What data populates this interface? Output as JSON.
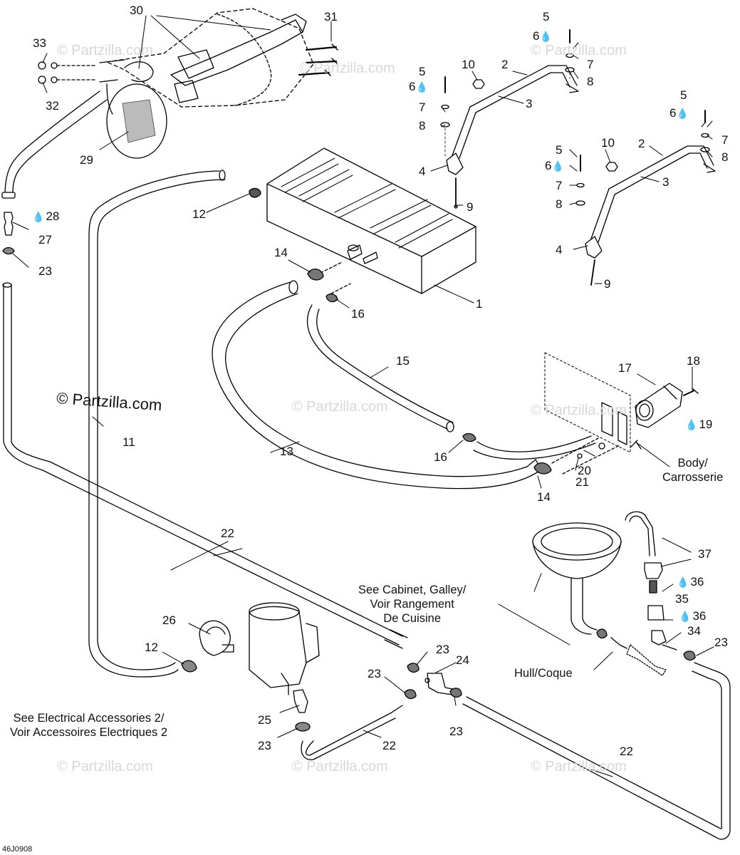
{
  "diagram": {
    "code": "46J0908",
    "watermark_main": "© Partzilla.com",
    "watermark_faint": "© Partzilla.com",
    "drop_icon": "oil-drop-icon",
    "labels": {
      "l1": "1",
      "l2a": "2",
      "l2b": "2",
      "l3a": "3",
      "l3b": "3",
      "l4a": "4",
      "l4b": "4",
      "l5a": "5",
      "l5b": "5",
      "l5c": "5",
      "l5d": "5",
      "l6a": "6",
      "l6b": "6",
      "l6c": "6",
      "l6d": "6",
      "l7a": "7",
      "l7b": "7",
      "l7c": "7",
      "l7d": "7",
      "l8a": "8",
      "l8b": "8",
      "l8c": "8",
      "l8d": "8",
      "l9a": "9",
      "l9b": "9",
      "l10a": "10",
      "l10b": "10",
      "l11": "11",
      "l12a": "12",
      "l12b": "12",
      "l13": "13",
      "l14a": "14",
      "l14b": "14",
      "l15": "15",
      "l16a": "16",
      "l16b": "16",
      "l17": "17",
      "l18": "18",
      "l19": "19",
      "l20": "20",
      "l21": "21",
      "l22a": "22",
      "l22b": "22",
      "l22c": "22",
      "l23a": "23",
      "l23b": "23",
      "l23c": "23",
      "l23d": "23",
      "l23e": "23",
      "l23f": "23",
      "l24": "24",
      "l25": "25",
      "l26": "26",
      "l27": "27",
      "l28": "28",
      "l29": "29",
      "l30": "30",
      "l31": "31",
      "l32": "32",
      "l33": "33",
      "l34": "34",
      "l35": "35",
      "l36a": "36",
      "l36b": "36",
      "l37": "37"
    },
    "notes": {
      "body_1": "Body/",
      "body_2": "Carrosserie",
      "cabinet_1": "See Cabinet, Galley/",
      "cabinet_2": "Voir Rangement",
      "cabinet_3": "De Cuisine",
      "hull": "Hull/Coque",
      "elec_1": "See Electrical Accessories 2/",
      "elec_2": "Voir Accessoires Electriques 2"
    }
  }
}
